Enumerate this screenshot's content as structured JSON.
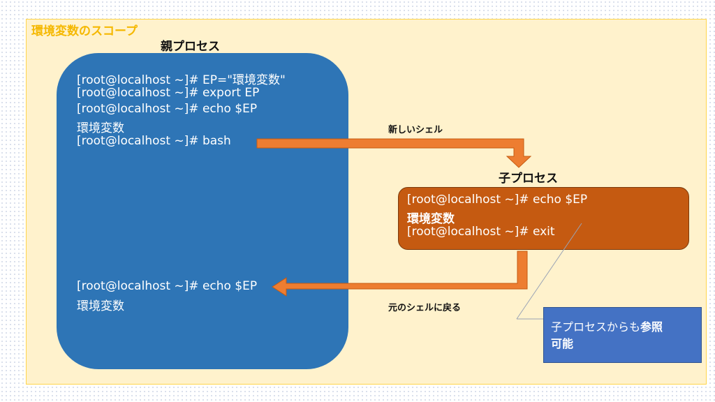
{
  "frame": {
    "title": "環境変数のスコープ"
  },
  "parent": {
    "label": "親プロセス",
    "lines": [
      "[root@localhost ~]# EP=\"環境変数\"",
      "[root@localhost ~]# export EP",
      "[root@localhost ~]# echo $EP",
      "環境変数",
      "[root@localhost ~]# bash"
    ],
    "lines_after": [
      "[root@localhost ~]# echo $EP",
      "環境変数"
    ]
  },
  "child": {
    "label": "子プロセス",
    "lines": [
      "[root@localhost ~]# echo $EP",
      "環境変数",
      "[root@localhost ~]# exit"
    ]
  },
  "arrows": {
    "new_shell": "新しいシェル",
    "return_shell": "元のシェルに戻る"
  },
  "callout": {
    "text_normal": "子プロセスからも",
    "text_bold_1": "参照",
    "text_bold_2": "可能"
  },
  "colors": {
    "frame_bg": "#fff2cc",
    "frame_title": "#f5b800",
    "parent_box": "#2e75b6",
    "child_box": "#c55a11",
    "arrow": "#ed7d31",
    "callout": "#4472c4"
  }
}
